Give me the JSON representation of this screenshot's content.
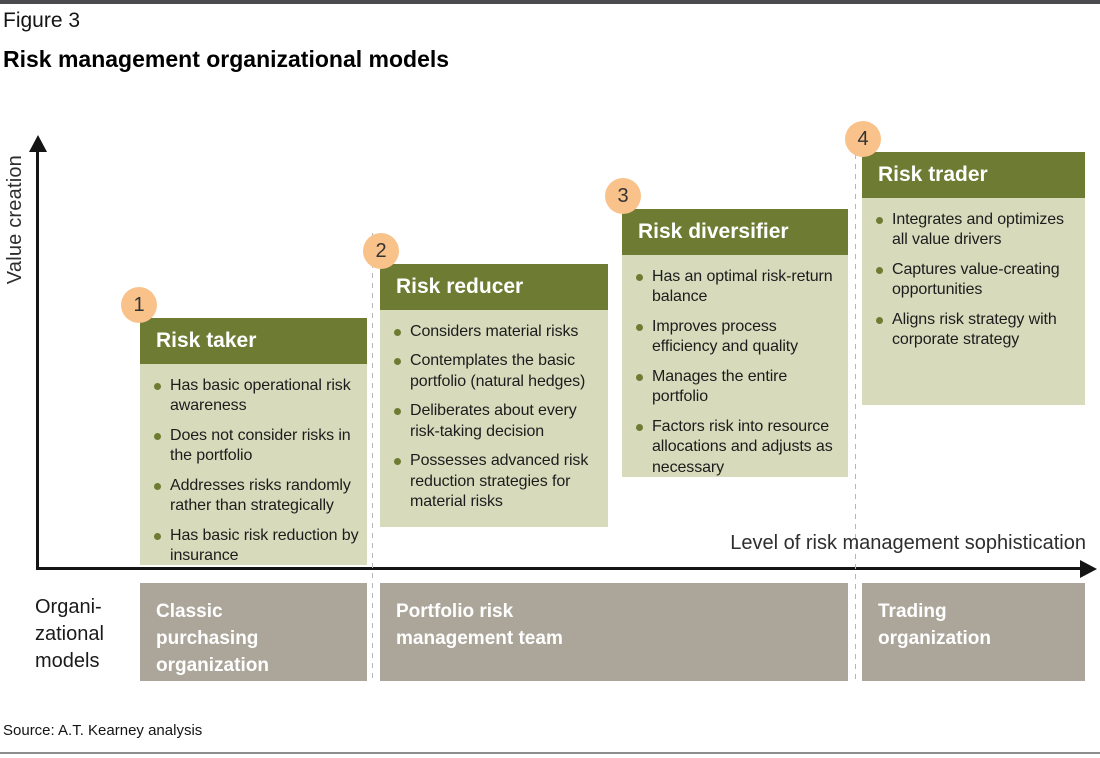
{
  "figure": {
    "label": "Figure 3",
    "title": "Risk management organizational models",
    "source": "Source: A.T. Kearney analysis"
  },
  "axes": {
    "y_label": "Value creation",
    "x_label": "Level of risk management sophistication"
  },
  "stages": [
    {
      "number": "1",
      "title": "Risk taker",
      "bullets": [
        "Has basic operational risk awareness",
        "Does not consider risks in the portfolio",
        "Addresses risks randomly rather than strategically",
        "Has basic risk reduction by insurance"
      ]
    },
    {
      "number": "2",
      "title": "Risk reducer",
      "bullets": [
        "Considers material risks",
        "Contemplates the basic portfolio (natural hedges)",
        "Deliberates about every risk-taking decision",
        "Possesses advanced risk reduction strategies for material risks"
      ]
    },
    {
      "number": "3",
      "title": "Risk diversifier",
      "bullets": [
        "Has an optimal risk-return balance",
        "Improves process efficiency and quality",
        "Manages the entire portfolio",
        "Factors risk into resource allocations and adjusts as necessary"
      ]
    },
    {
      "number": "4",
      "title": "Risk trader",
      "bullets": [
        "Integrates and optimizes all value drivers",
        "Captures value-creating opportunities",
        "Aligns risk strategy with corporate strategy"
      ]
    }
  ],
  "org_models": {
    "label_lines": [
      "Organi-",
      "zational",
      "models"
    ],
    "bars": [
      {
        "label": "Classic purchasing organization",
        "lines": [
          "Classic",
          "purchasing",
          "organization"
        ]
      },
      {
        "label": "Portfolio risk management team",
        "lines": [
          "Portfolio risk",
          "management team"
        ]
      },
      {
        "label": "Trading organization",
        "lines": [
          "Trading",
          "organization"
        ]
      }
    ]
  },
  "colors": {
    "header_olive": "#6e7b32",
    "panel_light_green": "#d7dbbc",
    "badge_peach": "#f8c28a",
    "bar_taupe": "#aca69a",
    "dashed_line_gray": "#b7b7b7",
    "top_rule_gray": "#4b4b4d",
    "bottom_rule_gray": "#8d8d8d",
    "axis_black": "#141414"
  }
}
